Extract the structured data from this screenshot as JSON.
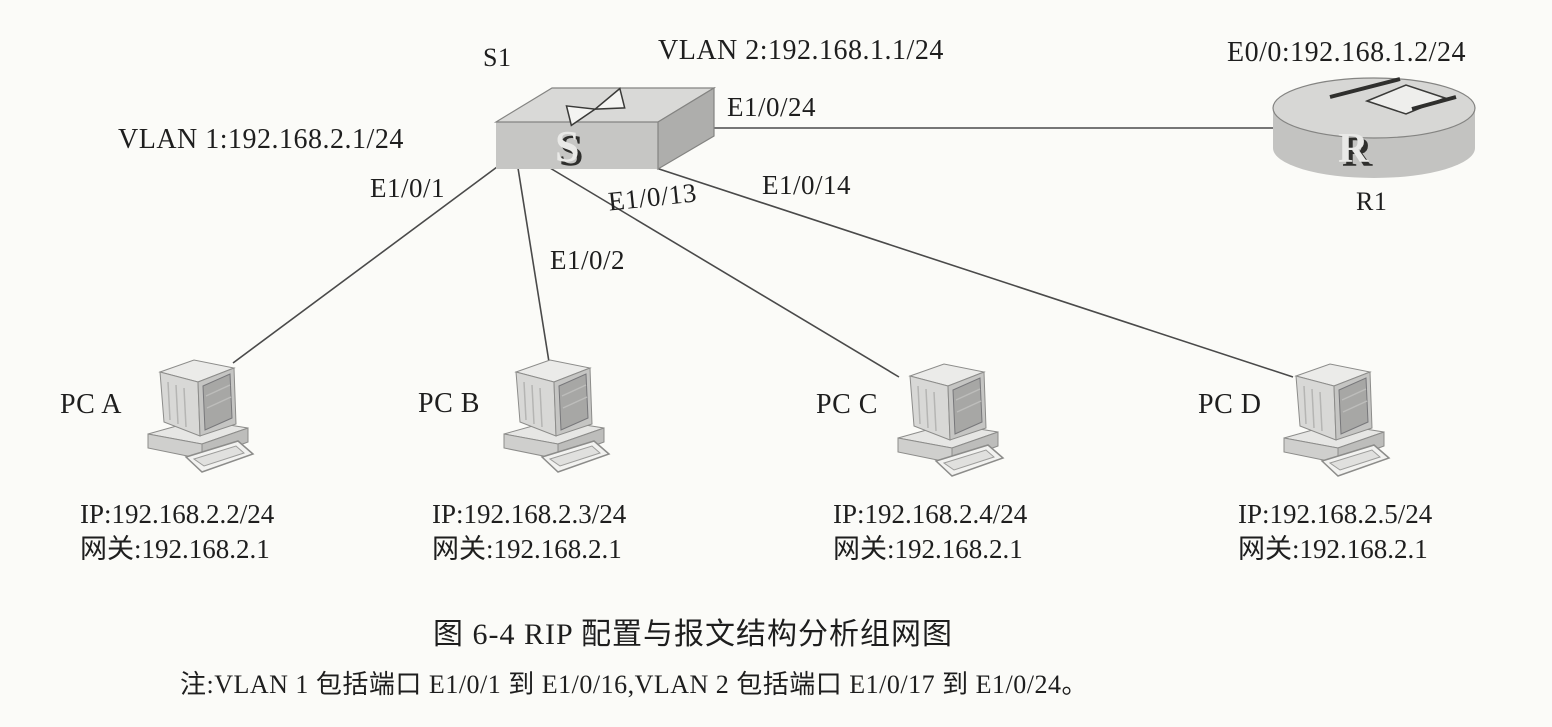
{
  "colors": {
    "background": "#fbfbf8",
    "line": "#4a4a4a",
    "text": "#1e1e1e",
    "device_fill": "#c9c9c7",
    "device_edge": "#8a8a88"
  },
  "diagram": {
    "switch": {
      "name": "S1",
      "letter": "S",
      "vlan1_label": "VLAN 1:192.168.2.1/24",
      "vlan2_label": "VLAN 2:192.168.1.1/24"
    },
    "router": {
      "name": "R1",
      "letter": "R",
      "interface_label": "E0/0:192.168.1.2/24"
    },
    "port_labels": {
      "to_pc_a": "E1/0/1",
      "to_pc_b": "E1/0/2",
      "to_pc_c": "E1/0/13",
      "to_pc_d": "E1/0/14",
      "to_router": "E1/0/24"
    },
    "pcs": [
      {
        "name": "PC A",
        "ip": "IP:192.168.2.2/24",
        "gateway": "网关:192.168.2.1"
      },
      {
        "name": "PC B",
        "ip": "IP:192.168.2.3/24",
        "gateway": "网关:192.168.2.1"
      },
      {
        "name": "PC C",
        "ip": "IP:192.168.2.4/24",
        "gateway": "网关:192.168.2.1"
      },
      {
        "name": "PC D",
        "ip": "IP:192.168.2.5/24",
        "gateway": "网关:192.168.2.1"
      }
    ],
    "caption": "图 6-4  RIP 配置与报文结构分析组网图",
    "note": "注:VLAN 1 包括端口 E1/0/1 到 E1/0/16,VLAN 2 包括端口 E1/0/17 到 E1/0/24。"
  }
}
